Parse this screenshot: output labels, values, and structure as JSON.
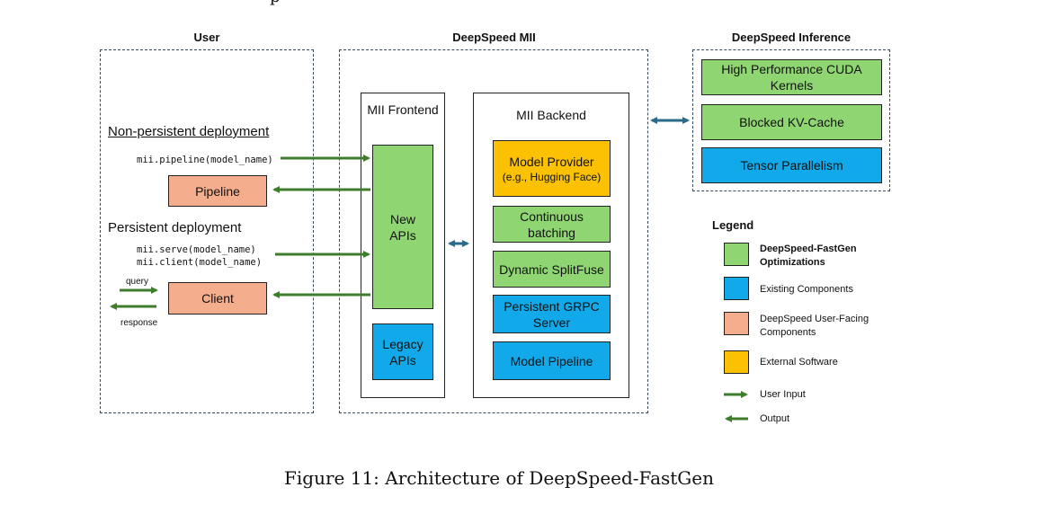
{
  "header": {
    "top_fragment": "p"
  },
  "sections": {
    "user": "User",
    "mii": "DeepSpeed MII",
    "inference": "DeepSpeed Inference"
  },
  "user_panel": {
    "non_persistent_heading": "Non-persistent deployment",
    "pipeline_call": "mii.pipeline(model_name)",
    "pipeline_box": "Pipeline",
    "persistent_heading": "Persistent deployment",
    "serve_call": "mii.serve(model_name)",
    "client_call": "mii.client(model_name)",
    "query_label": "query",
    "response_label": "response",
    "client_box": "Client"
  },
  "mii_panel": {
    "frontend_title": "MII Frontend",
    "new_apis": "New APIs",
    "legacy_apis": "Legacy APIs",
    "backend_title": "MII Backend",
    "model_provider": "Model Provider",
    "model_provider_sub": "(e.g., Hugging Face)",
    "continuous_batching": "Continuous batching",
    "dynamic_splitfuse": "Dynamic SplitFuse",
    "persistent_grpc": "Persistent GRPC Server",
    "model_pipeline": "Model Pipeline"
  },
  "inference_panel": {
    "high_perf": "High Performance CUDA Kernels",
    "blocked_kv": "Blocked KV-Cache",
    "tensor_parallel": "Tensor Parallelism"
  },
  "legend": {
    "title": "Legend",
    "fastgen": "DeepSpeed-FastGen Optimizations",
    "existing": "Existing Components",
    "user_facing": "DeepSpeed User-Facing Components",
    "external": "External Software",
    "user_input": "User Input",
    "output": "Output"
  },
  "caption": "Figure 11: Architecture of DeepSpeed-FastGen",
  "colors": {
    "green": "#8fd672",
    "blue": "#12a9ea",
    "salmon": "#f4ae8e",
    "amber": "#fbc102",
    "arrow_green": "#3f7d2e",
    "arrow_teal": "#2a6a8a"
  }
}
